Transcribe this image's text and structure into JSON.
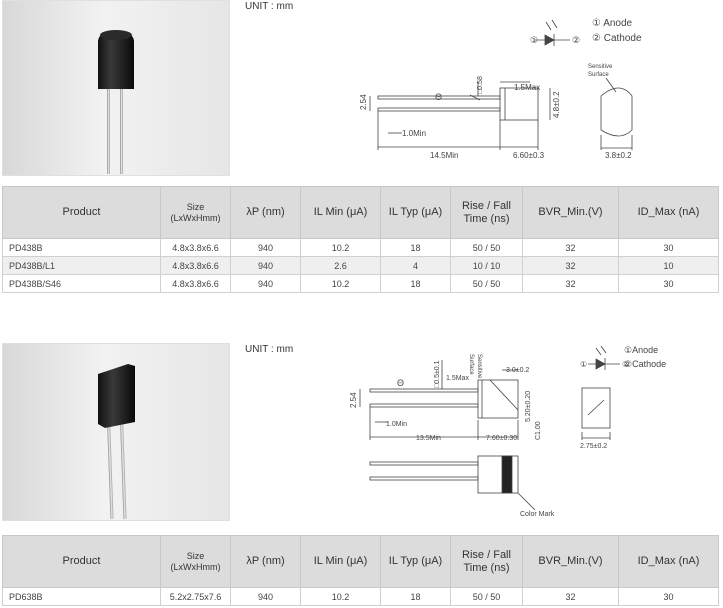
{
  "section1": {
    "unit_label": "UNIT : mm",
    "drawing": {
      "pin1": "① Anode",
      "pin2": "② Cathode",
      "sensitive": [
        "Sensitive",
        "Surface"
      ],
      "dims": {
        "d254": "2.54",
        "d10min": "1.0Min",
        "d145min": "14.5Min",
        "d058": "□0.58",
        "d15max": "1.5Max",
        "d660": "6.60±0.3",
        "d480": "4.8±0.2",
        "d380": "3.8±0.2"
      },
      "marks": {
        "m1": "①",
        "m2": "②",
        "mtheta": "Θ"
      }
    },
    "table": {
      "headers": [
        "Product",
        "Size (LxWxHmm)",
        "λP (nm)",
        "IL Min (μA)",
        "IL Typ (μA)",
        "Rise / Fall Time (ns)",
        "BVR_Min.(V)",
        "ID_Max (nA)"
      ],
      "rows": [
        [
          "PD438B",
          "4.8x3.8x6.6",
          "940",
          "10.2",
          "18",
          "50 / 50",
          "32",
          "30"
        ],
        [
          "PD438B/L1",
          "4.8x3.8x6.6",
          "940",
          "2.6",
          "4",
          "10 / 10",
          "32",
          "10"
        ],
        [
          "PD438B/S46",
          "4.8x3.8x6.6",
          "940",
          "10.2",
          "18",
          "50 / 50",
          "32",
          "30"
        ]
      ]
    }
  },
  "section2": {
    "unit_label": "UNIT : mm",
    "drawing": {
      "pin1": "①Anode",
      "pin2": "②Cathode",
      "sensitive": [
        "Sensitive",
        "Surface"
      ],
      "color_mark": "Color Mark",
      "dims": {
        "d254": "2.54",
        "d10min": "1.0Min",
        "d135min": "13.5Min",
        "d05": "□0.5±0.1",
        "d15max": "1.5Max",
        "d30": "3.0±0.2",
        "d760": "7.60±0.30",
        "d520": "5.20±0.20",
        "c100": "C1.00",
        "d275": "2.75±0.2"
      },
      "marks": {
        "m1": "①",
        "m2": "②",
        "mtheta": "Θ"
      }
    },
    "table": {
      "headers": [
        "Product",
        "Size (LxWxHmm)",
        "λP (nm)",
        "IL Min (μA)",
        "IL Typ (μA)",
        "Rise / Fall Time (ns)",
        "BVR_Min.(V)",
        "ID_Max (nA)"
      ],
      "rows": [
        [
          "PD638B",
          "5.2x2.75x7.6",
          "940",
          "10.2",
          "18",
          "50 / 50",
          "32",
          "30"
        ]
      ]
    }
  }
}
